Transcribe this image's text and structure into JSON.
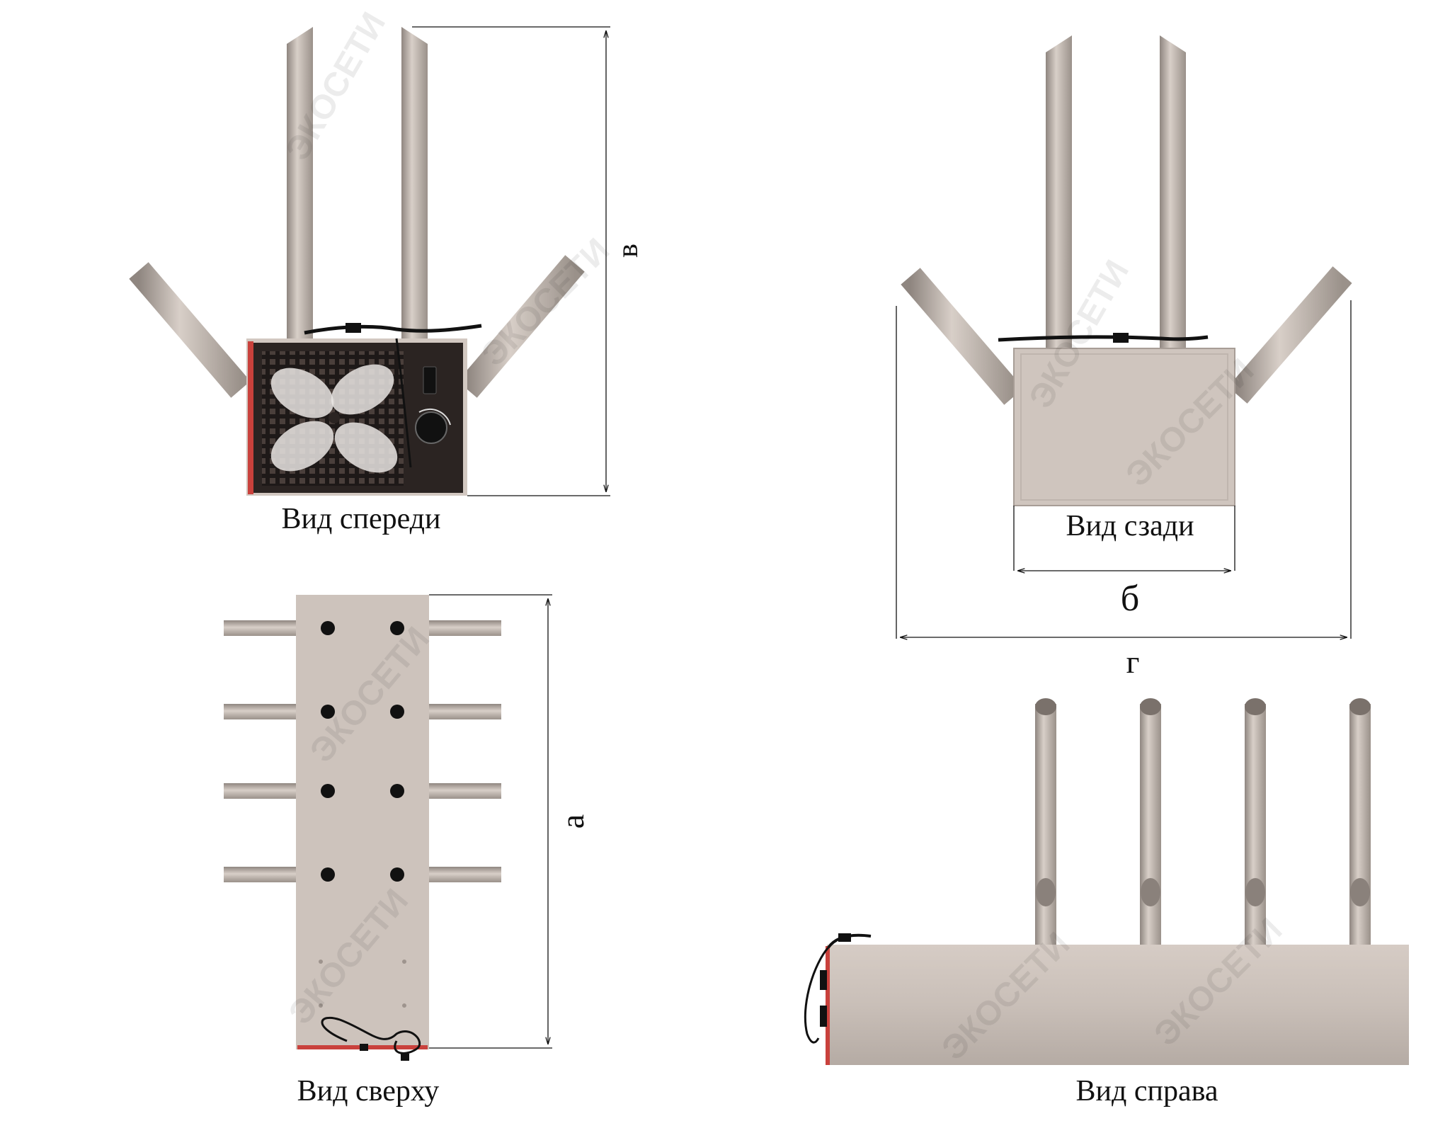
{
  "views": {
    "front": "Вид спереди",
    "back": "Вид сзади",
    "top": "Вид сверху",
    "right": "Вид справа"
  },
  "dimensions": {
    "a": "а",
    "b": "б",
    "v": "в",
    "g": "г"
  },
  "watermark": "ЭКОСЕТИ",
  "colors": {
    "body": "#cdc3bc",
    "pipe": "#b8aea7",
    "panel": "#2b2422",
    "accent": "#c9413c",
    "line": "#111111"
  }
}
